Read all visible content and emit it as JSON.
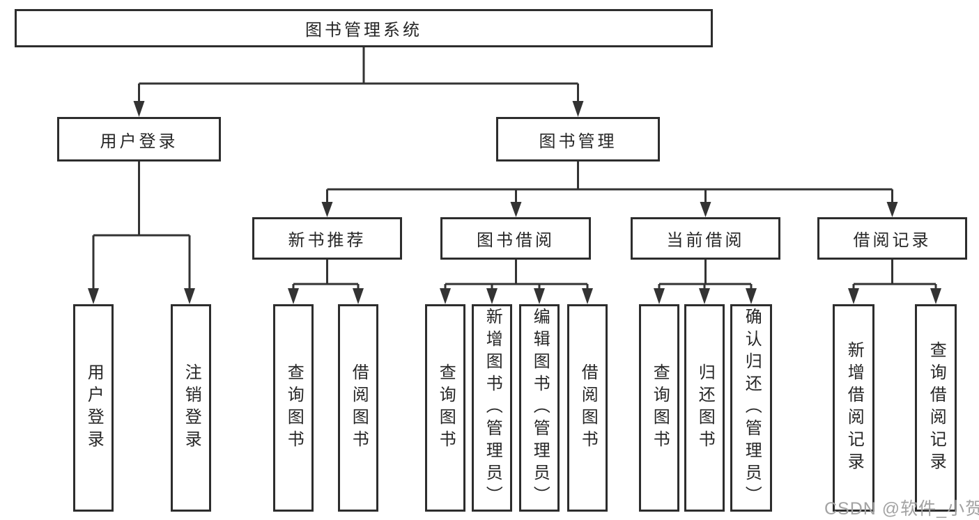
{
  "root": {
    "label": "图书管理系统"
  },
  "level2": [
    {
      "label": "用户登录"
    },
    {
      "label": "图书管理"
    }
  ],
  "level3": [
    {
      "label": "新书推荐"
    },
    {
      "label": "图书借阅"
    },
    {
      "label": "当前借阅"
    },
    {
      "label": "借阅记录"
    }
  ],
  "leaves": {
    "user": [
      "用户登录",
      "注销登录"
    ],
    "recommend": [
      "查询图书",
      "借阅图书"
    ],
    "borrow": [
      "查询图书",
      "新增图书（管理员）",
      "编辑图书（管理员）",
      "借阅图书"
    ],
    "current": [
      "查询图书",
      "归还图书",
      "确认归还（管理员）"
    ],
    "records": [
      "新增借阅记录",
      "查询借阅记录"
    ]
  },
  "watermark": {
    "text": "CSDN @软件_小贺同学"
  },
  "colors": {
    "line": "#333333",
    "border": "#2d2d2d",
    "text": "#262626",
    "background": "#ffffff",
    "watermark": "#a3a3a3"
  }
}
